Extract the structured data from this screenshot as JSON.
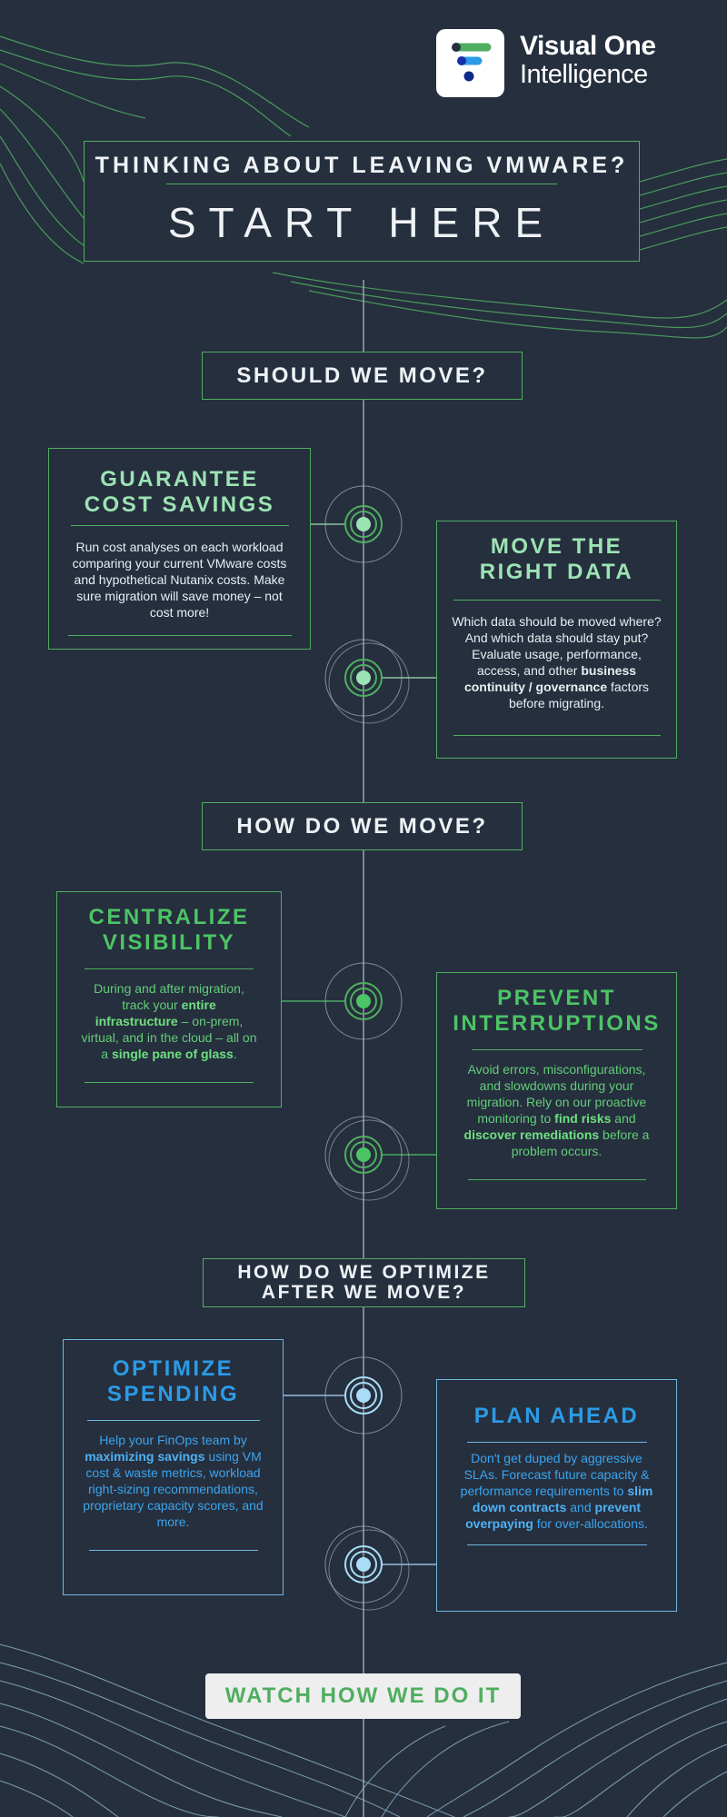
{
  "brand": {
    "name_line1": "Visual One",
    "name_line2": "Intelligence"
  },
  "header": {
    "question": "THINKING ABOUT LEAVING VMWARE?",
    "start": "START HERE"
  },
  "sections": [
    {
      "title": "SHOULD WE MOVE?",
      "cards": [
        {
          "heading": "GUARANTEE\nCOST SAVINGS",
          "body": "Run cost analyses on each workload comparing your current VMware costs and hypothetical Nutanix costs. Make sure migration will save money – not cost more!"
        },
        {
          "heading": "MOVE THE\nRIGHT DATA",
          "body_before": "Which data should be moved where? And which data should stay put? Evaluate usage, performance, access, and other ",
          "body_bold": "business continuity / governance",
          "body_after": " factors before migrating."
        }
      ]
    },
    {
      "title": "HOW DO WE MOVE?",
      "cards": [
        {
          "heading": "CENTRALIZE\nVISIBILITY",
          "body_1": "During and after migration, track your ",
          "body_2": "entire infrastructure",
          "body_3": " – on-prem, virtual, and in the cloud – all on a ",
          "body_4": "single pane of glass",
          "body_5": "."
        },
        {
          "heading": "PREVENT\nINTERRUPTIONS",
          "body_1": "Avoid errors, misconfigurations, and slowdowns during your migration. Rely on our proactive monitoring to ",
          "body_2": "find risks",
          "body_3": " and ",
          "body_4": "discover remediations",
          "body_5": " before a problem occurs."
        }
      ]
    },
    {
      "title_line1": "HOW DO WE OPTIMIZE",
      "title_line2": "AFTER WE MOVE?",
      "cards": [
        {
          "heading": "OPTIMIZE\nSPENDING",
          "body_1": "Help your FinOps team by ",
          "body_2": "maximizing savings",
          "body_3": " using VM cost & waste metrics, workload right-sizing recommendations, proprietary capacity scores, and more."
        },
        {
          "heading": "PLAN AHEAD",
          "body_1": "Don't get duped by aggressive SLAs. Forecast future capacity & performance requirements to ",
          "body_2": "slim down contracts",
          "body_3": " and ",
          "body_4": "prevent overpaying",
          "body_5": " for over-allocations."
        }
      ]
    }
  ],
  "cta": {
    "label": "WATCH HOW WE DO IT"
  },
  "colors": {
    "background": "#262f3e",
    "green": "#4fae5f",
    "mint": "#9ce3b4",
    "bright_green": "#4cc465",
    "blue": "#2b9be6",
    "light_blue": "#a9dcf7"
  },
  "icons": [
    "logo-mark-icon",
    "timeline-node-icon"
  ]
}
